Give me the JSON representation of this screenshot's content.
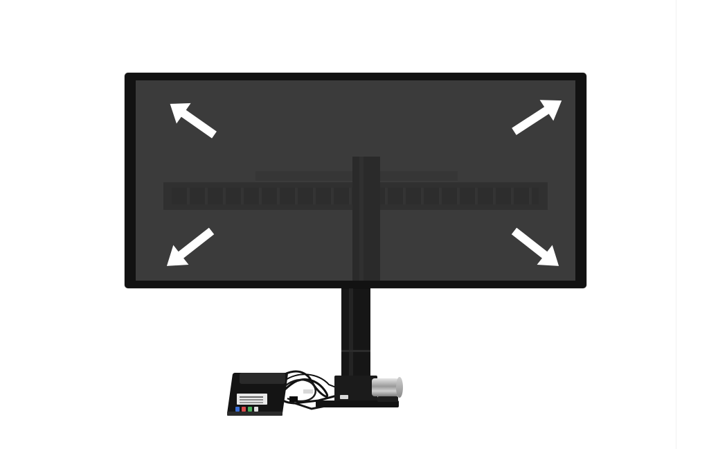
{
  "image": {
    "subject": "motorized-tv-lift",
    "background": "#ffffff",
    "screen_color": "#3b3b3b",
    "bezel_color": "#121212",
    "arrow_color": "#ffffff"
  },
  "arrows": [
    {
      "name": "arrow-up-left-icon",
      "direction": "up-left"
    },
    {
      "name": "arrow-up-right-icon",
      "direction": "up-right"
    },
    {
      "name": "arrow-down-left-icon",
      "direction": "down-left"
    },
    {
      "name": "arrow-down-right-icon",
      "direction": "down-right"
    }
  ],
  "control_box_ports": [
    "#3a6fd8",
    "#d84a4a",
    "#4ab05c",
    "#e0e0e0"
  ]
}
